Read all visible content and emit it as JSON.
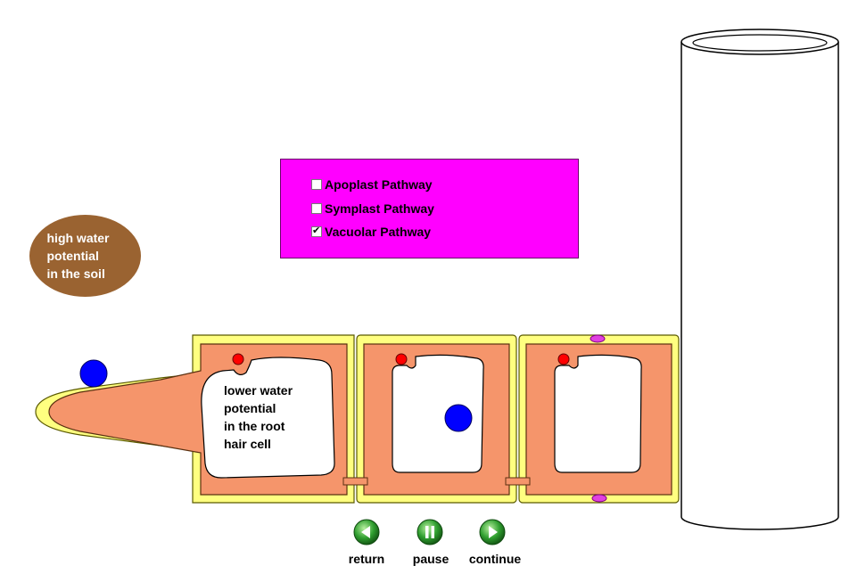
{
  "pathway_menu": {
    "options": [
      {
        "label": "Apoplast Pathway",
        "checked": false
      },
      {
        "label": "Symplast Pathway",
        "checked": false
      },
      {
        "label": "Vacuolar Pathway",
        "checked": true
      }
    ]
  },
  "soil_label": {
    "line1": "high water",
    "line2": "potential",
    "line3": "in the soil"
  },
  "cell_label": {
    "line1": "lower water",
    "line2": "potential",
    "line3": "in the root",
    "line4": "hair cell"
  },
  "controls": {
    "return_label": "return",
    "pause_label": "pause",
    "continue_label": "continue"
  },
  "colors": {
    "cell_wall": "#ffff80",
    "cytoplasm": "#f5956b",
    "vacuole": "#ffffff",
    "nucleus": "#ff0000",
    "water_molecule": "#0000ff",
    "menu_bg": "#ff00ff",
    "soil": "#9a6331",
    "button_green": "#2f9e2f",
    "plasmodesmata_pink": "#e040e0"
  }
}
